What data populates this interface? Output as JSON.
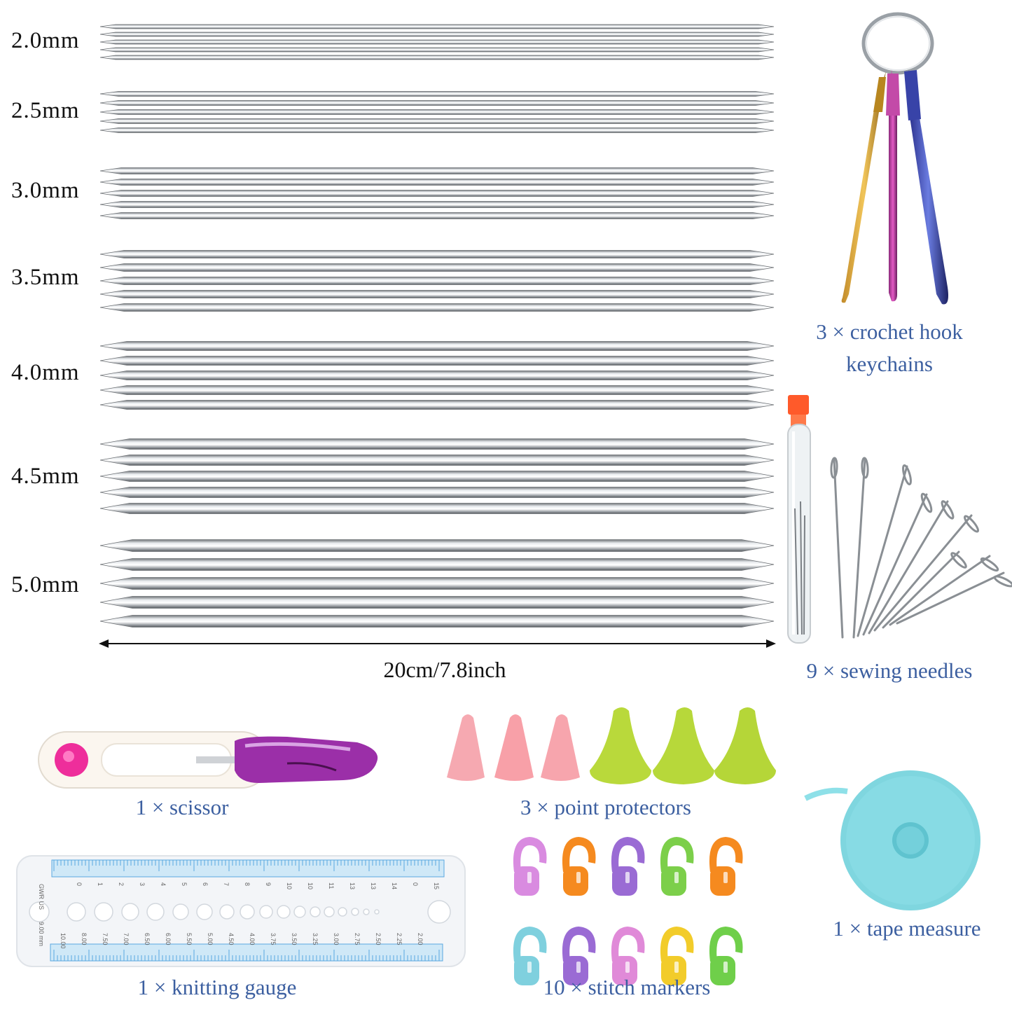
{
  "needle_sizes": [
    "2.0mm",
    "2.5mm",
    "3.0mm",
    "3.5mm",
    "4.0mm",
    "4.5mm",
    "5.0mm"
  ],
  "length_label": "20cm/7.8inch",
  "captions": {
    "crochet_line1": "3 × crochet hook",
    "crochet_line2": "keychains",
    "sewing": "9 × sewing needles",
    "scissor": "1 × scissor",
    "protectors": "3 × point protectors",
    "tape": "1 × tape measure",
    "gauge": "1 × knitting gauge",
    "markers": "10 × stitch markers"
  },
  "gauge": {
    "side_top": "GWR US",
    "side_bottom": "9.00 mm",
    "us_sizes": [
      "0",
      "1",
      "2",
      "3",
      "4",
      "5",
      "6",
      "7",
      "8",
      "9",
      "10",
      "10",
      "11",
      "13",
      "13",
      "14",
      "0",
      "15"
    ],
    "mm_sizes": [
      "2.00",
      "2.25",
      "2.50",
      "2.75",
      "3.00",
      "3.25",
      "3.50",
      "3.75",
      "4.00",
      "4.50",
      "5.00",
      "5.50",
      "6.00",
      "6.50",
      "7.00",
      "7.50",
      "8.00",
      "10.00"
    ]
  },
  "colors": {
    "caption_blue": "#3c5fa0",
    "tape_teal": "#7fd6df",
    "scissor_purple": "#9b2fa8",
    "scissor_pink": "#ee2e9b",
    "protector_pink": "#f6a9b1",
    "protector_green": "#b9d93b"
  }
}
